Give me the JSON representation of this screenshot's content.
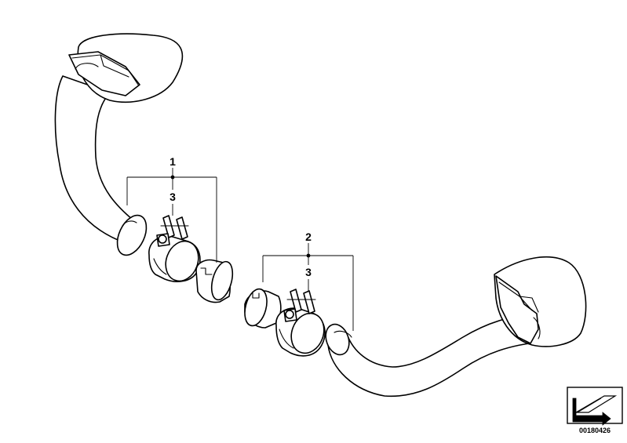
{
  "callouts": {
    "part_1": "1",
    "part_2": "2",
    "clamp_left": "3",
    "clamp_right": "3"
  },
  "diagram_code": "00180426",
  "icons": {
    "orientation": "forward-arrow-icon"
  }
}
